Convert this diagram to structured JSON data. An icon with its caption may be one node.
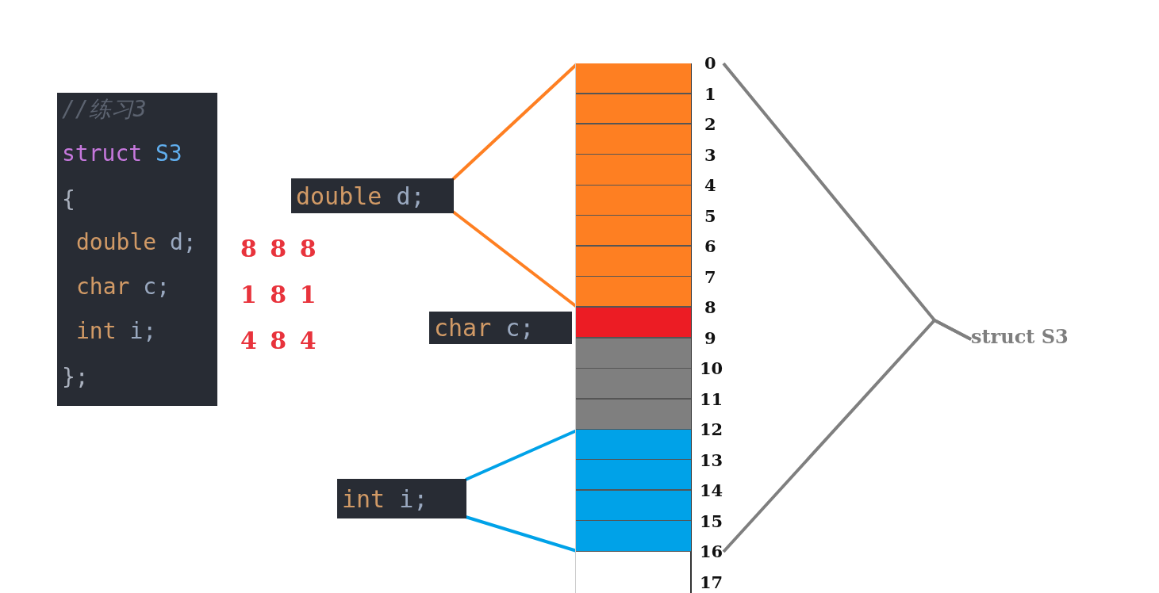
{
  "diagram": {
    "nodes": [
      {
        "text": [
          "//练习3",
          "struct S3",
          "{",
          "double d;",
          "char c;",
          "int i;",
          "};"
        ]
      },
      {
        "text": [
          "double d;"
        ]
      },
      {
        "text": [
          "char c;"
        ]
      },
      {
        "text": [
          "int i;"
        ]
      },
      {
        "text": [
          "struct S3"
        ]
      },
      {
        "text": [],
        "shape": "bar"
      },
      {
        "text": [],
        "shape": "bar",
        "in": 5
      },
      {
        "text": [],
        "shape": "bar",
        "in": 5
      },
      {
        "text": [],
        "shape": "bar",
        "in": 5
      },
      {
        "text": [],
        "shape": "bar",
        "in": 5
      }
    ],
    "edges": [
      {
        "from": 1,
        "to": 6,
        "arrow": "none",
        "color": "#fe7f22"
      },
      {
        "from": 1,
        "to": 6,
        "arrow": "none",
        "color": "#fe7f22"
      },
      {
        "from": 3,
        "to": 9,
        "arrow": "none",
        "color": "#00a2e8"
      },
      {
        "from": 3,
        "to": 9,
        "arrow": "none",
        "color": "#00a2e8"
      },
      {
        "from": 4,
        "to": 5,
        "arrow": "none",
        "color": "#7f7f7f"
      },
      {
        "from": 4,
        "to": 5,
        "arrow": "none",
        "color": "#7f7f7f"
      }
    ],
    "labels": [
      "8 8 8",
      "1 8 1",
      "4 8 4",
      "0",
      "1",
      "2",
      "3",
      "4",
      "5",
      "6",
      "7",
      "8",
      "9",
      "10",
      "11",
      "12",
      "13",
      "14",
      "15",
      "16",
      "17"
    ]
  }
}
